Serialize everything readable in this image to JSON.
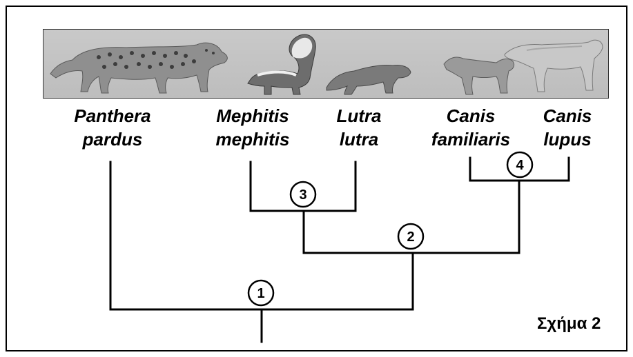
{
  "species": [
    {
      "genus": "Panthera",
      "epithet": "pardus"
    },
    {
      "genus": "Mephitis",
      "epithet": "mephitis"
    },
    {
      "genus": "Lutra",
      "epithet": "lutra"
    },
    {
      "genus": "Canis",
      "epithet": "familiaris"
    },
    {
      "genus": "Canis",
      "epithet": "lupus"
    }
  ],
  "nodes": [
    "1",
    "2",
    "3",
    "4"
  ],
  "caption": "Σχήμα 2",
  "colors": {
    "line": "#000000",
    "strip_background": "#c4c4c4",
    "animal_fill": "#8a8a8a"
  },
  "icons": {
    "panthera": "leopard-illustration",
    "mephitis": "skunk-illustration",
    "lutra": "otter-illustration",
    "canis_familiaris": "dog-illustration",
    "canis_lupus": "wolf-illustration"
  }
}
